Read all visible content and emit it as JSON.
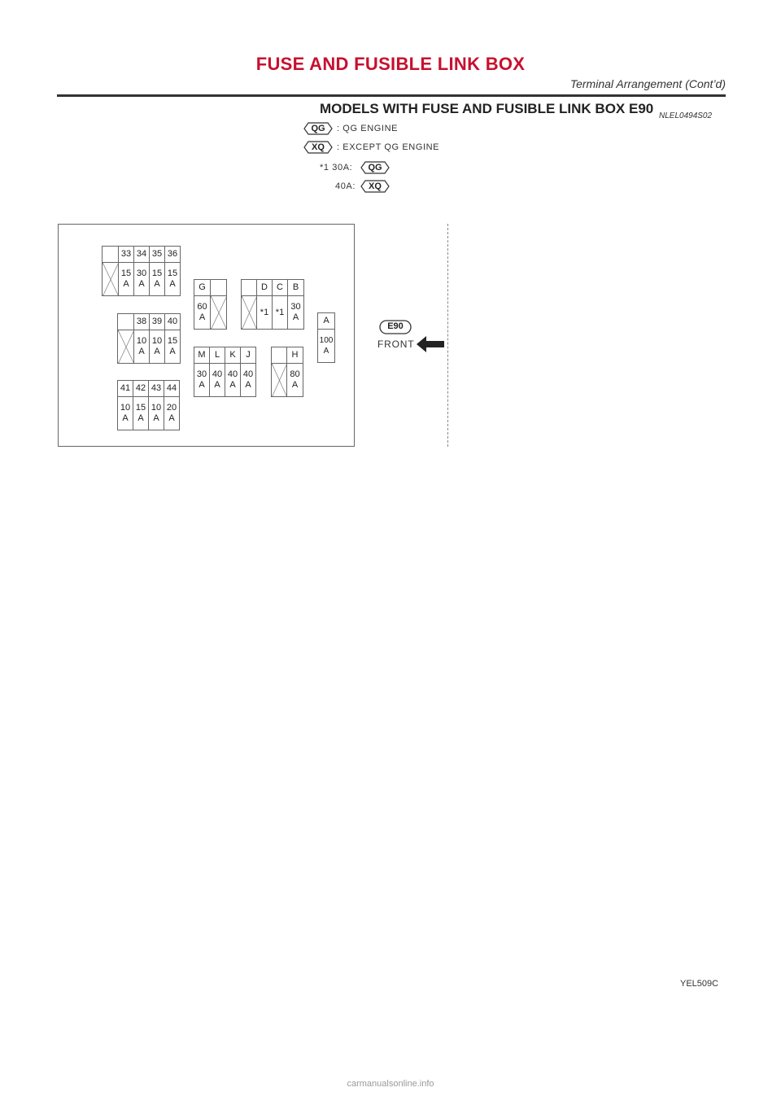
{
  "header": {
    "title": "FUSE AND FUSIBLE LINK BOX",
    "subtitle": "Terminal Arrangement (Cont’d)"
  },
  "section": {
    "heading": "MODELS WITH FUSE AND FUSIBLE LINK BOX E90",
    "ref_code": "NLEL0494S02"
  },
  "legend": {
    "qg_tag": "QG",
    "qg_desc": ": QG ENGINE",
    "xq_tag": "XQ",
    "xq_desc": ": EXCEPT QG ENGINE",
    "note_label": "*1  30A:",
    "note_tag_1": "QG",
    "note_label_2": "40A:",
    "note_tag_2": "XQ"
  },
  "fuse_groups": {
    "g33": {
      "headers": [
        "",
        "33",
        "34",
        "35",
        "36"
      ],
      "values": [
        "X",
        "15\nA",
        "30\nA",
        "15\nA",
        "15\nA"
      ]
    },
    "g38": {
      "headers": [
        "",
        "38",
        "39",
        "40"
      ],
      "values": [
        "X",
        "10\nA",
        "10\nA",
        "15\nA"
      ]
    },
    "g41": {
      "headers": [
        "41",
        "42",
        "43",
        "44"
      ],
      "values": [
        "10\nA",
        "15\nA",
        "10\nA",
        "20\nA"
      ]
    },
    "gG": {
      "headers": [
        "G",
        ""
      ],
      "values": [
        "60\nA",
        "X"
      ]
    },
    "gD": {
      "headers": [
        "",
        "D",
        "C",
        "B"
      ],
      "values": [
        "X",
        "*1",
        "*1",
        "30\nA"
      ]
    },
    "gA": {
      "headers": [
        "A"
      ],
      "values": [
        "100\nA"
      ]
    },
    "gM": {
      "headers": [
        "M",
        "L",
        "K",
        "J"
      ],
      "values": [
        "30\nA",
        "40\nA",
        "40\nA",
        "40\nA"
      ]
    },
    "gH": {
      "headers": [
        "",
        "H"
      ],
      "values": [
        "X",
        "80\nA"
      ]
    }
  },
  "connector": {
    "label": "E90",
    "direction": "FRONT"
  },
  "figure_code": "YEL509C",
  "footer": "carmanualsonline.info"
}
